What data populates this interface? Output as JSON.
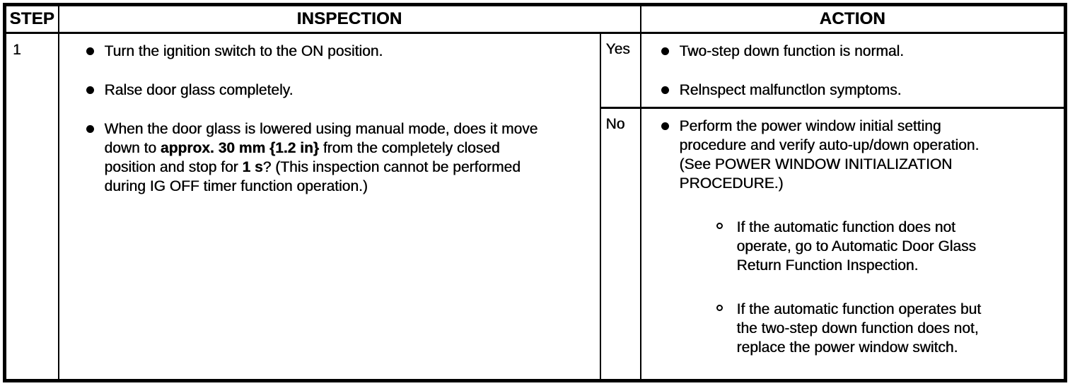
{
  "table": {
    "headers": {
      "step": "STEP",
      "inspection": "INSPECTION",
      "action": "ACTION"
    },
    "rows": [
      {
        "step": "1",
        "inspection_bullets": [
          {
            "segments": [
              {
                "t": "Turn the ignition switch to the ON position.",
                "bold": false
              }
            ]
          },
          {
            "segments": [
              {
                "t": "Ralse door glass completely.",
                "bold": false
              }
            ]
          },
          {
            "segments": [
              {
                "t": "When the door glass is lowered using manual mode, does it move down to ",
                "bold": false
              },
              {
                "t": "approx. 30 mm {1.2 in}",
                "bold": true
              },
              {
                "t": " from the completely closed position and stop for ",
                "bold": false
              },
              {
                "t": "1 s",
                "bold": true
              },
              {
                "t": "? (This inspection cannot be performed during IG OFF timer function operation.)",
                "bold": false
              }
            ]
          }
        ],
        "results": [
          {
            "label": "Yes",
            "bullets": [
              "Two-step down function is normal.",
              "Relnspect malfunctlon symptoms."
            ],
            "sub_bullets": []
          },
          {
            "label": "No",
            "bullets": [
              "Perform the power window initial setting procedure and verify auto-up/down operation.(See POWER WINDOW INITIALIZATION PROCEDURE.)"
            ],
            "sub_bullets": [
              "If the automatic function does not operate, go to Automatic Door Glass Return Function Inspection.",
              "If the automatic function operates but the two-step down function does not, replace the power window switch."
            ]
          }
        ]
      }
    ]
  },
  "colors": {
    "border": "#000000",
    "text": "#000000",
    "background": "#ffffff"
  }
}
